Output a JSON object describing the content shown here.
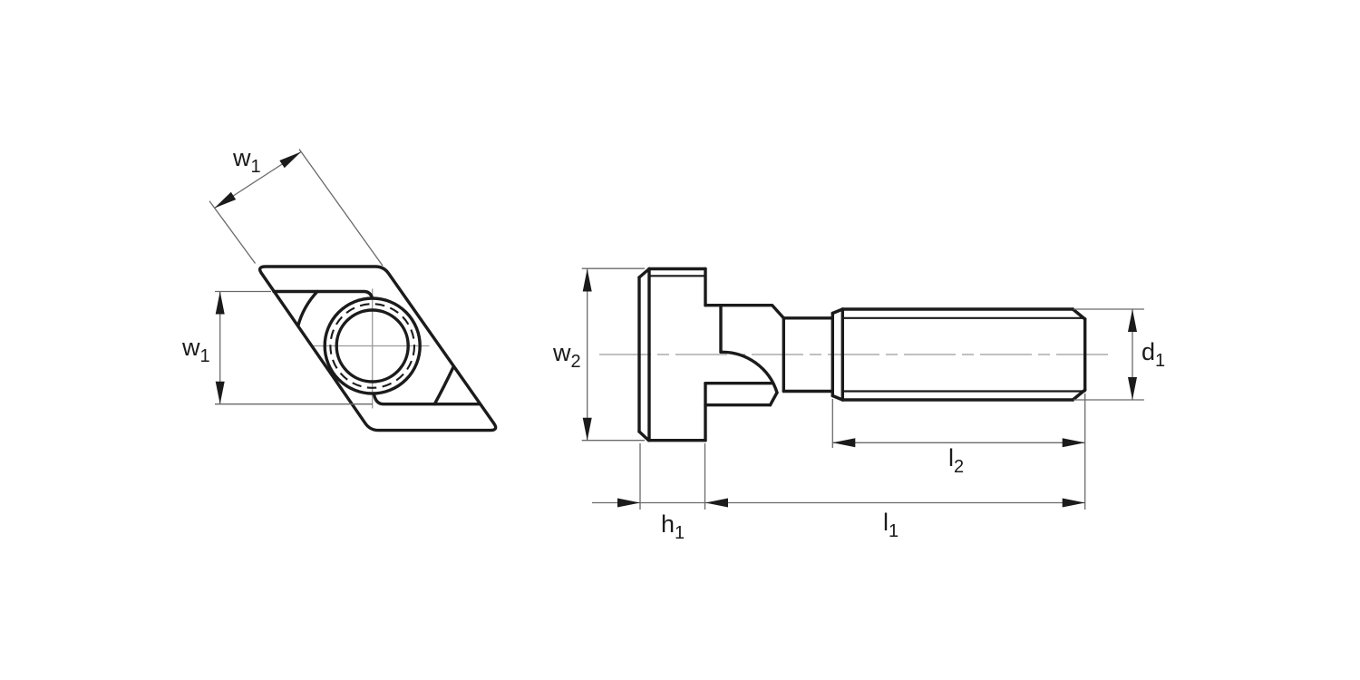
{
  "dims": {
    "w1_diag": {
      "base": "w",
      "sub": "1"
    },
    "w1_vert": {
      "base": "w",
      "sub": "1"
    },
    "w2": {
      "base": "w",
      "sub": "2"
    },
    "h1": {
      "base": "h",
      "sub": "1"
    },
    "l1": {
      "base": "l",
      "sub": "1"
    },
    "l2": {
      "base": "l",
      "sub": "2"
    },
    "d1": {
      "base": "d",
      "sub": "1"
    }
  },
  "colors": {
    "outline": "#1b1b1b",
    "dimension_lines": "#6a6a6a",
    "centerlines": "#9a9a9a",
    "arrows": "#1b1b1b",
    "background": "#ffffff"
  }
}
